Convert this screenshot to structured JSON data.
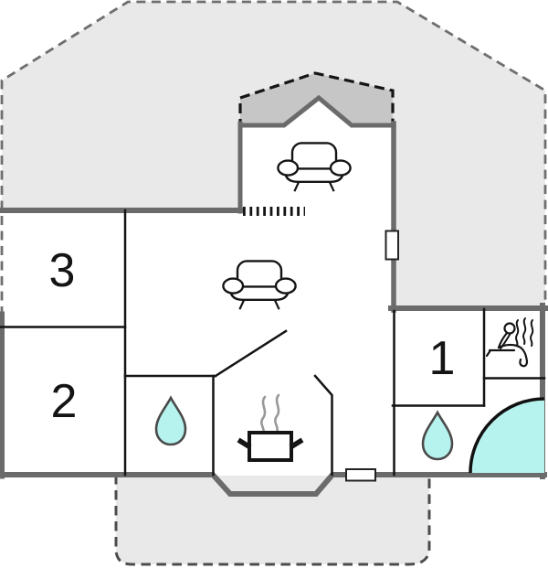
{
  "floorplan": {
    "rooms": [
      {
        "id": "bedroom-3",
        "label": "3"
      },
      {
        "id": "bedroom-2",
        "label": "2"
      },
      {
        "id": "bedroom-1",
        "label": "1"
      }
    ],
    "features": {
      "sofas": 2,
      "water_drops": 2,
      "cooking_pot": 1,
      "sauna": 1,
      "shower": 1,
      "windows": 2
    },
    "colors": {
      "terrace_fill": "#e9e9e9",
      "porch_fill": "#c6c6c6",
      "exterior_wall": "#6b6b6b",
      "interior_wall": "#141414",
      "water_fill": "#b6f3ee",
      "water_stroke": "#4a4a4a",
      "steam_gray": "#999999"
    }
  }
}
